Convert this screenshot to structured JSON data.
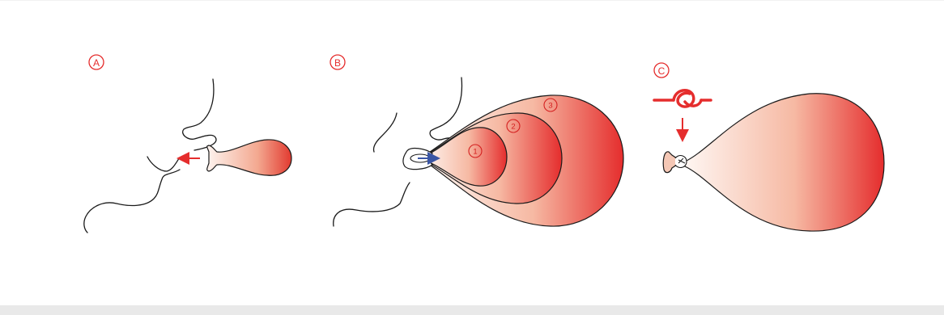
{
  "panels": [
    {
      "id": "A",
      "label": "A"
    },
    {
      "id": "B",
      "label": "B",
      "stages": [
        "1",
        "2",
        "3"
      ]
    },
    {
      "id": "C",
      "label": "C"
    }
  ],
  "colors": {
    "accent": "#e52d2d",
    "arrow_blue": "#3a55a4",
    "line": "#1a1a1a",
    "balloon_light": "#fdf0ea",
    "balloon_dark": "#e52d2d"
  }
}
